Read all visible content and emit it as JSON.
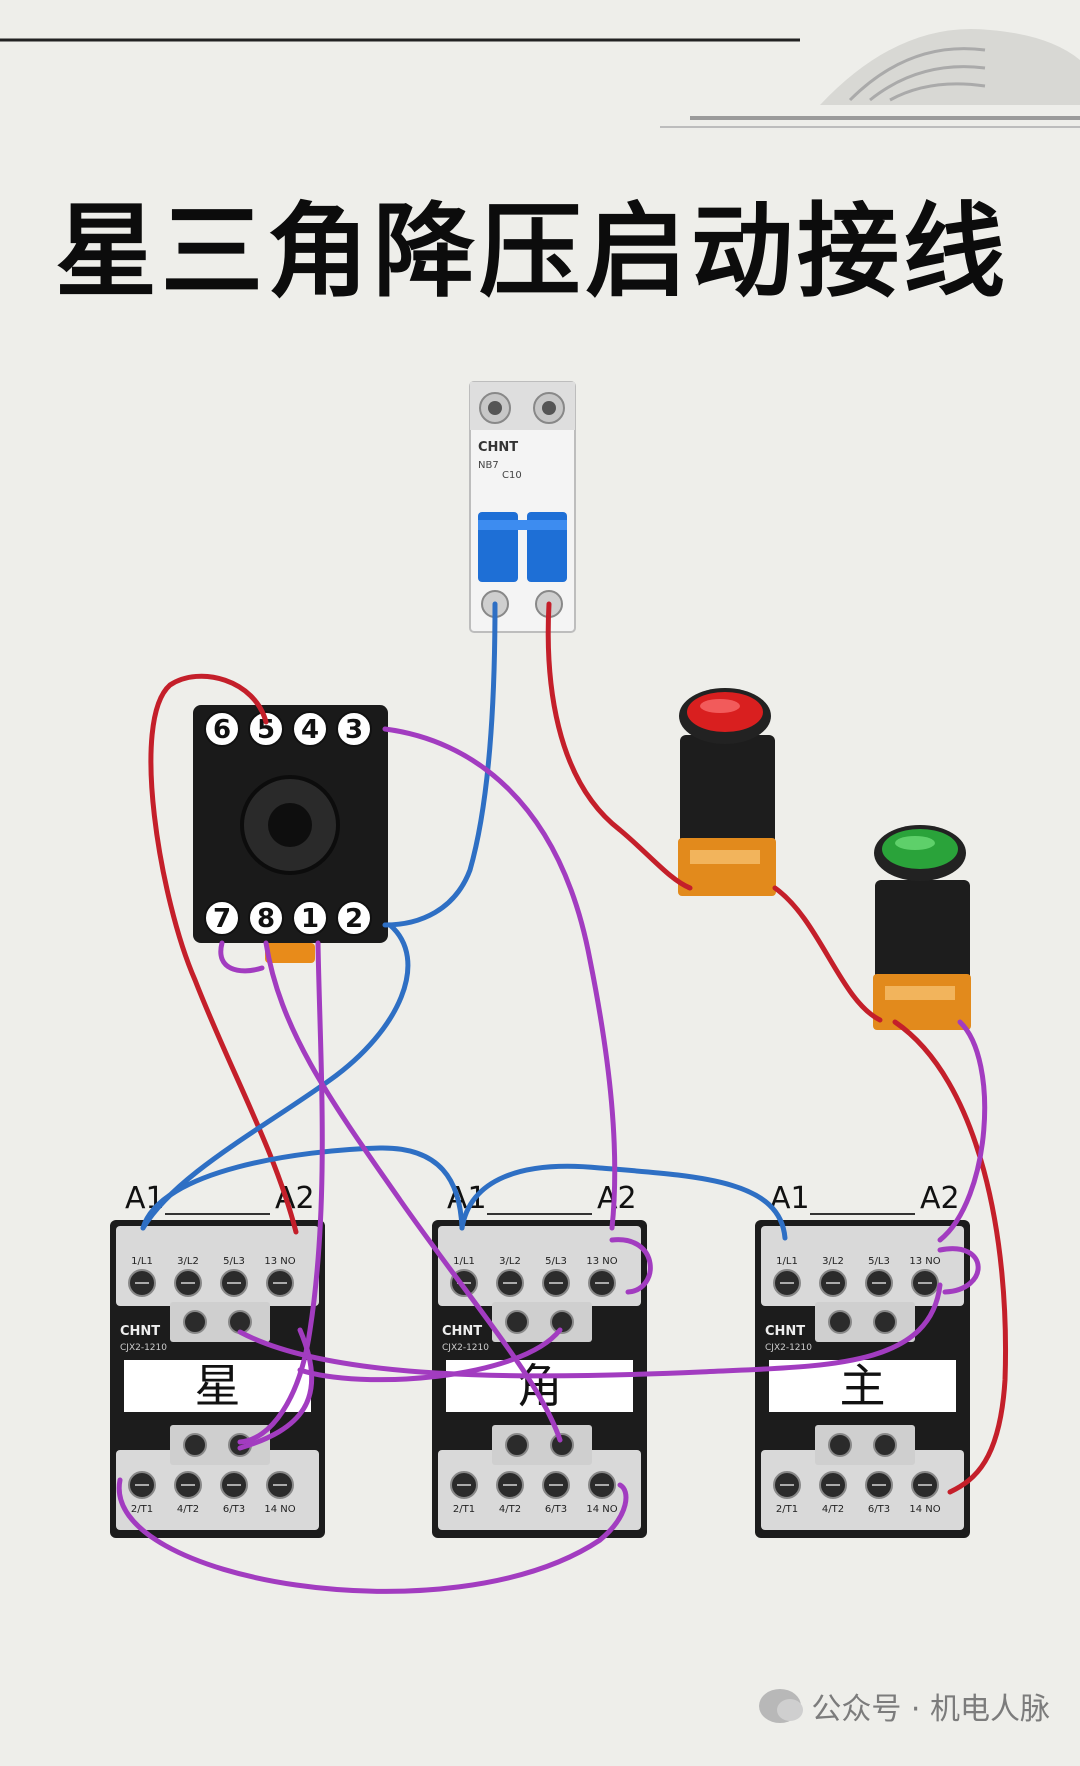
{
  "title": "星三角降压启动接线",
  "breaker": {
    "brand": "CHNT",
    "model": "NB7",
    "rating": "C10"
  },
  "relay_base": {
    "pins_top": [
      "6",
      "5",
      "4",
      "3"
    ],
    "pins_bottom": [
      "7",
      "8",
      "1",
      "2"
    ]
  },
  "contactors": [
    {
      "id": "star",
      "coil_a1": "A1",
      "coil_a2": "A2",
      "brand": "CHNT",
      "model": "CJX2-1210",
      "name_label": "星",
      "top_terminals": [
        "1/L1",
        "3/L2",
        "5/L3",
        "13 NO"
      ],
      "bottom_terminals": [
        "2/T1",
        "4/T2",
        "6/T3",
        "14 NO"
      ]
    },
    {
      "id": "delta",
      "coil_a1": "A1",
      "coil_a2": "A2",
      "brand": "CHNT",
      "model": "CJX2-1210",
      "name_label": "角",
      "top_terminals": [
        "1/L1",
        "3/L2",
        "5/L3",
        "13 NO"
      ],
      "bottom_terminals": [
        "2/T1",
        "4/T2",
        "6/T3",
        "14 NO"
      ]
    },
    {
      "id": "main",
      "coil_a1": "A1",
      "coil_a2": "A2",
      "brand": "CHNT",
      "model": "CJX2-1210",
      "name_label": "主",
      "top_terminals": [
        "1/L1",
        "3/L2",
        "5/L3",
        "13 NO"
      ],
      "bottom_terminals": [
        "2/T1",
        "4/T2",
        "6/T3",
        "14 NO"
      ]
    }
  ],
  "buttons": {
    "stop": {
      "color": "#d91f1f"
    },
    "start": {
      "color": "#2aa33a"
    }
  },
  "wire_colors": {
    "red": "#c41f2a",
    "blue": "#2e6fc4",
    "purple": "#a23cc0"
  },
  "watermark": "公众号 · 机电人脉"
}
